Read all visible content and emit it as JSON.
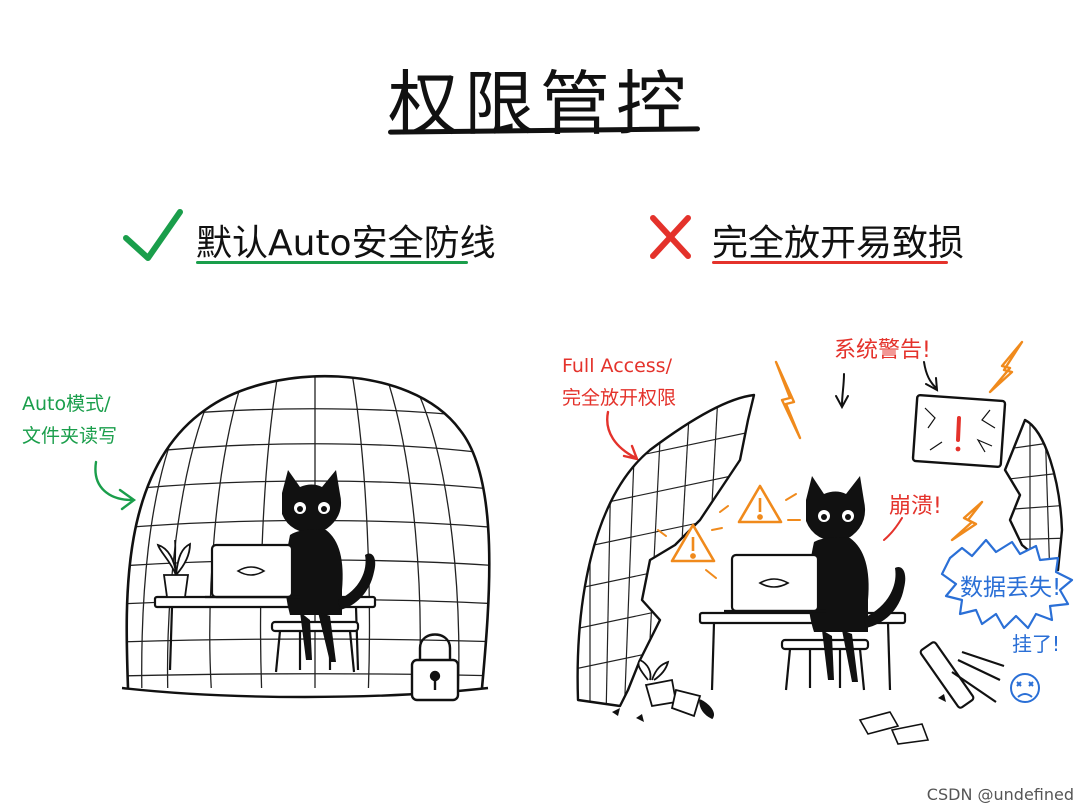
{
  "title": "权限管控",
  "left_panel": {
    "heading": "默认Auto安全防线",
    "note_line1": "Auto模式/",
    "note_line2": "文件夹读写"
  },
  "right_panel": {
    "heading": "完全放开易致损",
    "note_line1": "Full Access/",
    "note_line2": "完全放开权限",
    "warning_label": "系统警告!",
    "crash_label": "崩溃!",
    "data_loss_label": "数据丢失!",
    "dead_label": "挂了!"
  },
  "colors": {
    "good": "#1a9e4b",
    "bad": "#e4322b",
    "alert_orange": "#f08a1c",
    "data_blue": "#2a6fd6",
    "ink": "#111111"
  },
  "icons": [
    "check-icon",
    "cross-icon",
    "lock-icon",
    "warning-icon",
    "lightning-icon",
    "sad-face-icon",
    "cat-figure",
    "laptop-icon",
    "plant-icon"
  ],
  "watermark": "CSDN @undefined"
}
